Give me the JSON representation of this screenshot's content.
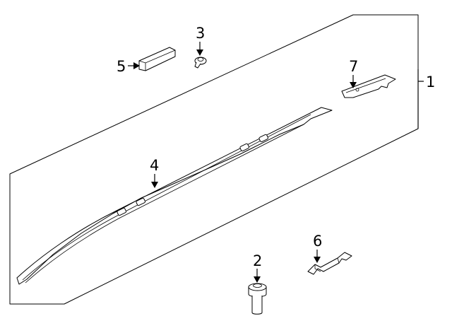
{
  "diagram": {
    "type": "exploded-parts-diagram",
    "callouts": [
      {
        "id": "1",
        "label": "1"
      },
      {
        "id": "2",
        "label": "2"
      },
      {
        "id": "3",
        "label": "3"
      },
      {
        "id": "4",
        "label": "4"
      },
      {
        "id": "5",
        "label": "5"
      },
      {
        "id": "6",
        "label": "6"
      },
      {
        "id": "7",
        "label": "7"
      }
    ]
  }
}
